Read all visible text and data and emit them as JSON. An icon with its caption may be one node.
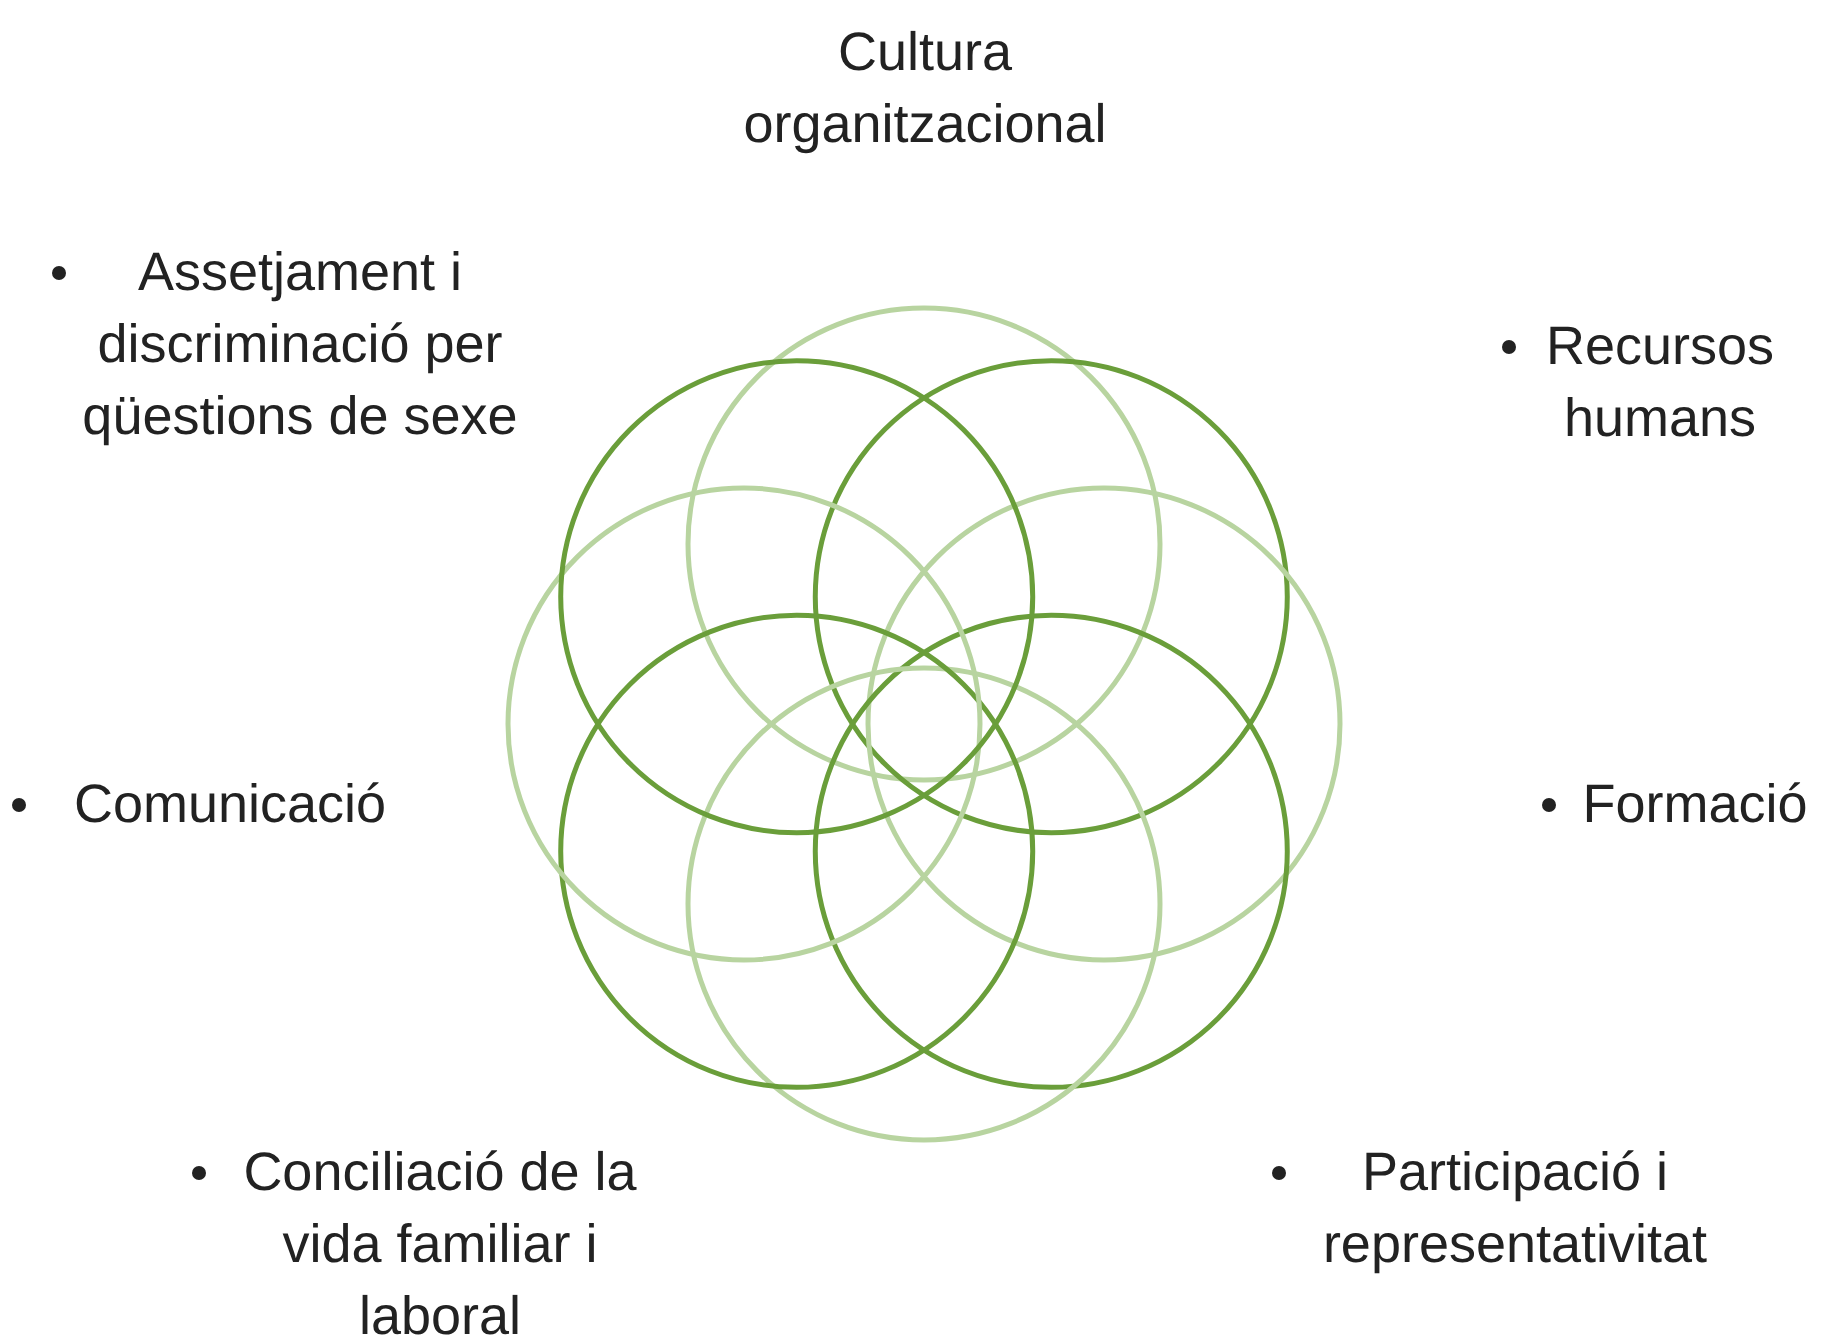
{
  "diagram": {
    "labels": [
      "Cultura organitzacional",
      "Assetjament i discriminació per qüestions de sexe",
      "Recursos humans",
      "Comunicació",
      "Formació",
      "Conciliació de la vida familiar i laboral",
      "Participació i representativitat"
    ]
  }
}
